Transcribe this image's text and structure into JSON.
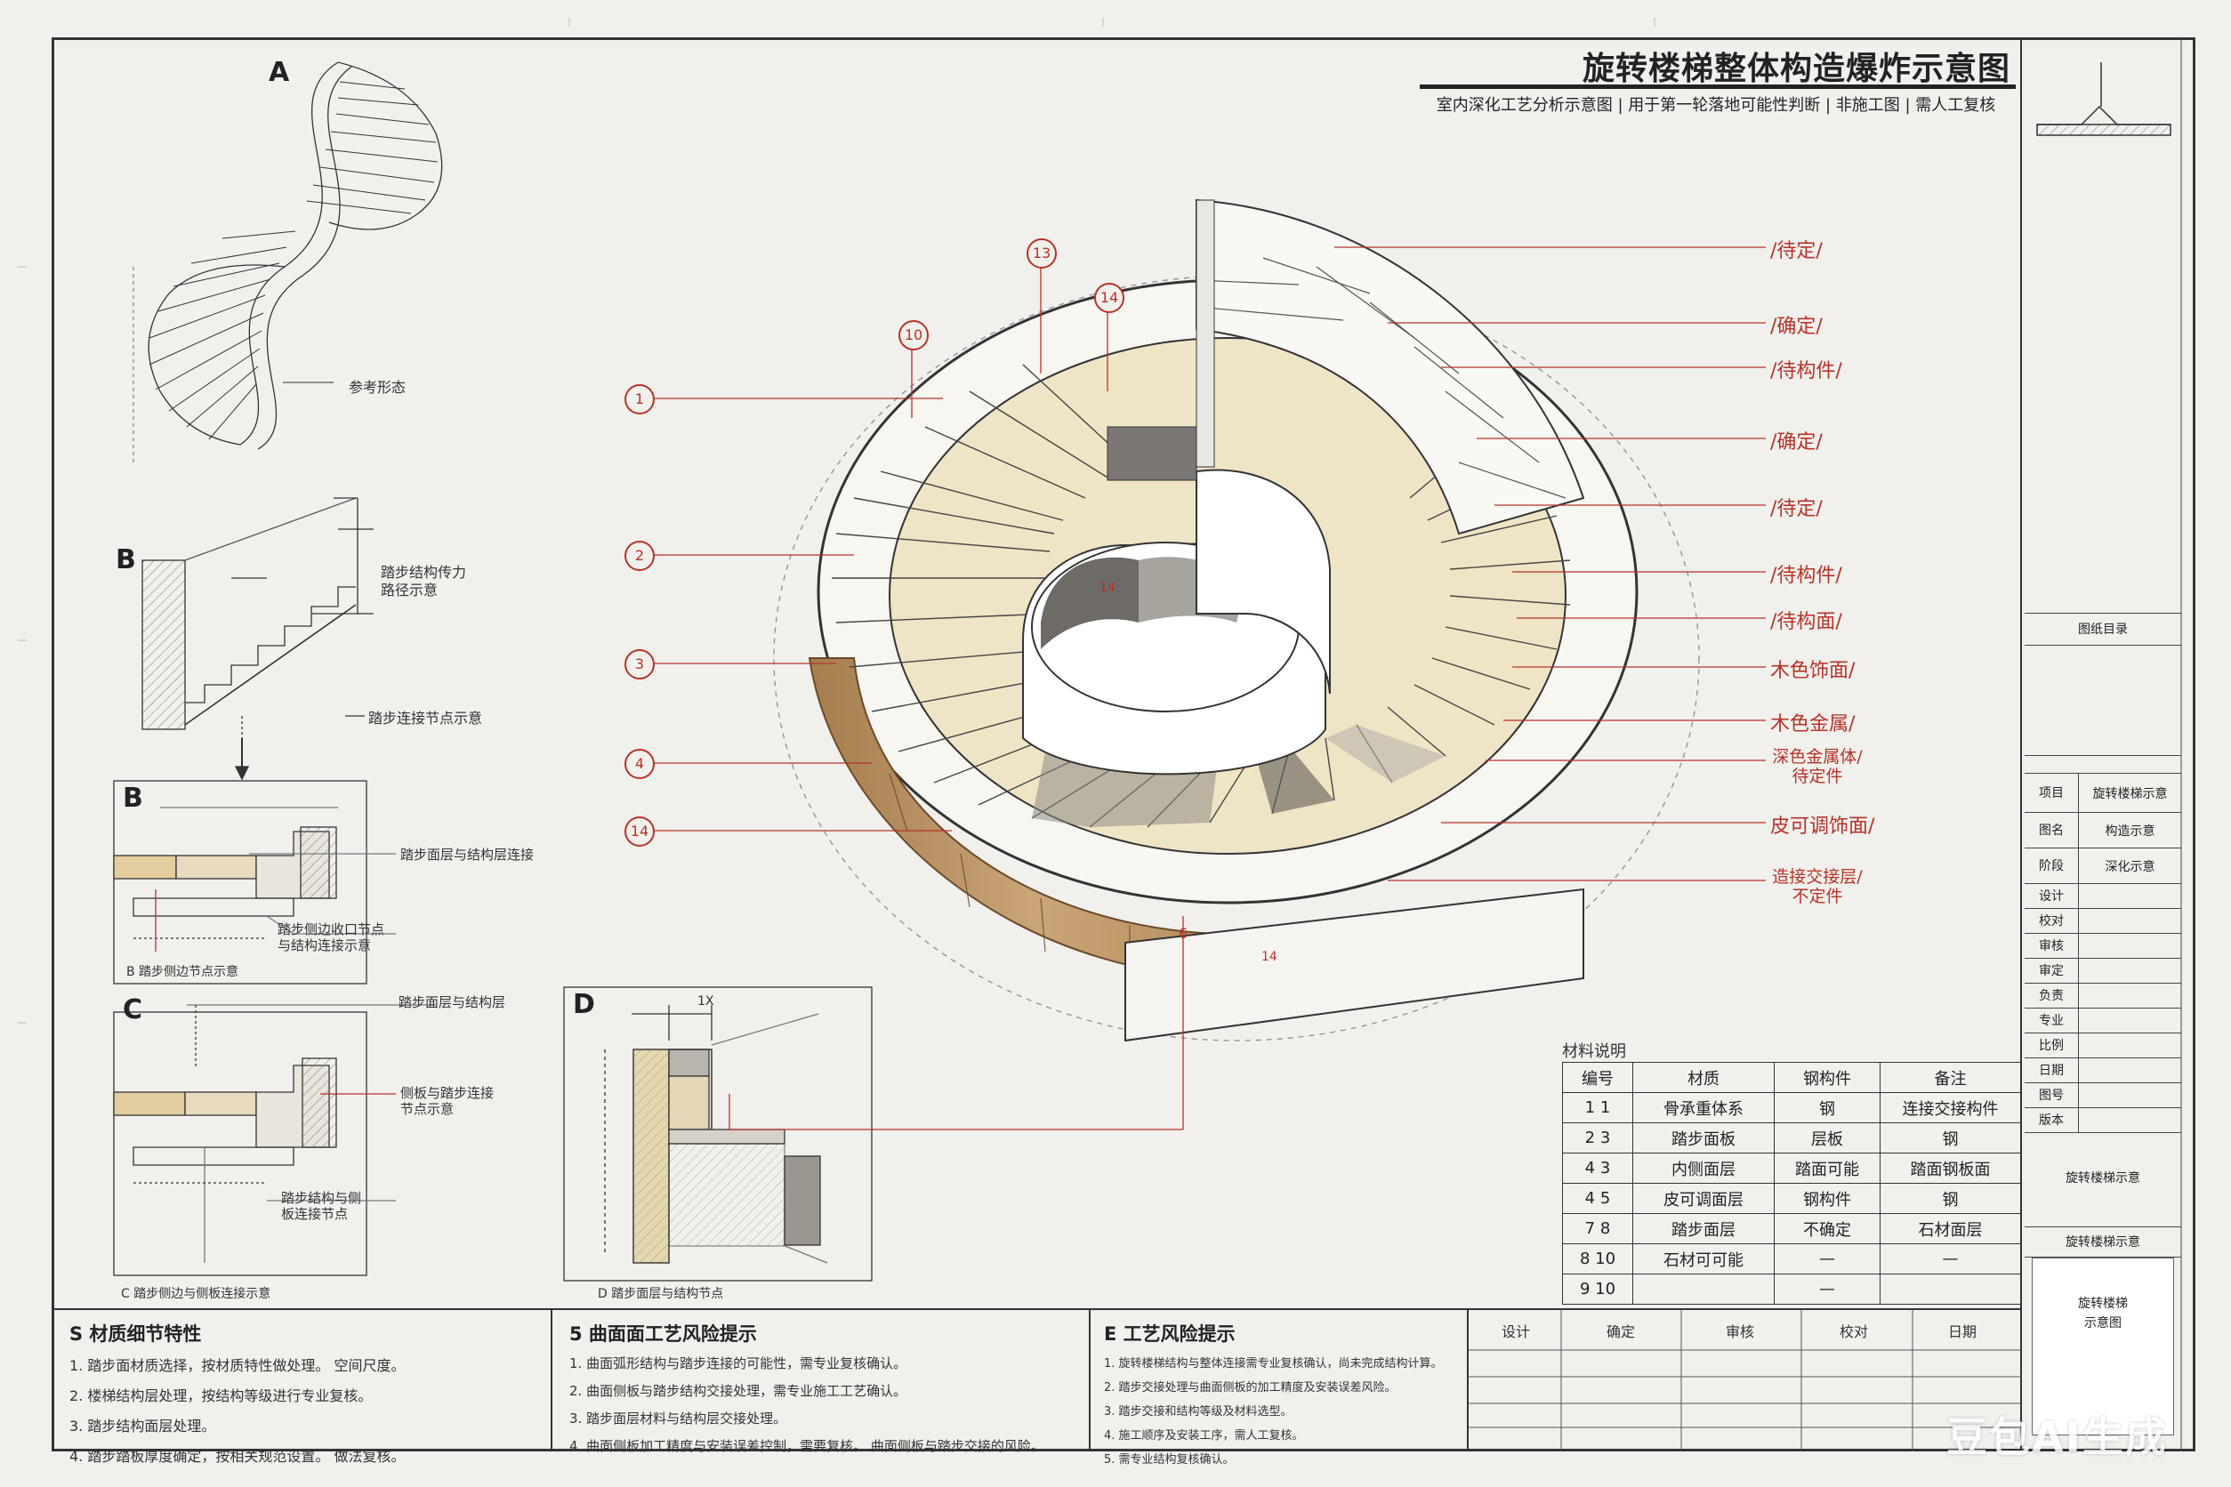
{
  "sheet": {
    "title": "旋转楼梯整体构造爆炸示意图",
    "subtitle": "室内深化工艺分析示意图 | 用于第一轮落地可能性判断 | 非施工图 | 需人工复核"
  },
  "views": {
    "a": {
      "letter": "A",
      "note": "参考形态"
    },
    "b": {
      "letter": "B",
      "note": "踏步结构传力\n路径示意",
      "note2": "踏步连接节点示意"
    },
    "b_detail": {
      "letter": "B",
      "note1": "踏步面层与结构层连接",
      "note2": "踏步侧边收口节点\n与结构连接示意",
      "caption": "B 踏步侧边节点示意"
    },
    "c_detail": {
      "letter": "C",
      "top": "踏步面层与结构层",
      "note1": "侧板与踏步连接\n节点示意",
      "note2": "踏步结构与侧\n板连接节点",
      "caption": "C 踏步侧边与侧板连接示意"
    },
    "d_detail": {
      "letter": "D",
      "dim": "1X",
      "caption": "D 踏步面层与结构节点"
    }
  },
  "callouts": {
    "c1": "1",
    "c2": "2",
    "c3": "3",
    "c4": "4",
    "c14a": "14",
    "c10": "10",
    "c13": "13",
    "c14b": "14"
  },
  "right_labels": {
    "r1": "/待定/",
    "r2": "/确定/",
    "r3": "/待构件/",
    "r4": "/确定/",
    "r5": "/待定/",
    "r6": "/待构件/",
    "r7": "/待构面/",
    "r8": "木色饰面/",
    "r9": "木色金属/",
    "r10": "深色金属体/\n待定件",
    "r11": "皮可调饰面/",
    "r12": "造接交接层/\n不定件"
  },
  "materials": {
    "title": "材料说明",
    "headers": [
      "编号",
      "材质",
      "钢构件",
      "备注"
    ],
    "rows": [
      {
        "no": "1  1",
        "mat": "骨承重体系",
        "steel": "钢",
        "note": "连接交接构件"
      },
      {
        "no": "2  3",
        "mat": "踏步面板",
        "steel": "层板",
        "note": "钢"
      },
      {
        "no": "4  3",
        "mat": "内侧面层",
        "steel": "踏面可能",
        "note": "踏面钢板面"
      },
      {
        "no": "4  5",
        "mat": "皮可调面层",
        "steel": "钢构件",
        "note": "钢"
      },
      {
        "no": "7  8",
        "mat": "踏步面层",
        "steel": "不确定",
        "note": "石材面层"
      },
      {
        "no": "8  10",
        "mat": "石材可可能",
        "steel": "—",
        "note": "—"
      },
      {
        "no": "9  10",
        "mat": "",
        "steel": "—",
        "note": ""
      }
    ]
  },
  "bottom": {
    "s": {
      "title": "S 材质细节特性",
      "lines": [
        "1. 踏步面材质选择，按材质特性做处理。 空间尺度。",
        "2. 楼梯结构层处理，按结构等级进行专业复核。",
        "3. 踏步结构面层处理。",
        "4. 踏步踏板厚度确定，按相关规范设置。 做法复核。"
      ]
    },
    "five": {
      "title": "5 曲面面工艺风险提示",
      "lines": [
        "1. 曲面弧形结构与踏步连接的可能性，需专业复核确认。",
        "2. 曲面侧板与踏步结构交接处理，需专业施工工艺确认。",
        "3. 踏步面层材料与结构层交接处理。",
        "4. 曲面侧板加工精度与安装误差控制，需要复核。 曲面侧板与踏步交接的风险。"
      ]
    },
    "e": {
      "title": "E 工艺风险提示",
      "lines": [
        "1. 旋转楼梯结构与整体连接需专业复核确认，尚未完成结构计算。",
        "2. 踏步交接处理与曲面侧板的加工精度及安装误差风险。",
        "3. 踏步交接和结构等级及材料选型。",
        "4. 施工顺序及安装工序，需人工复核。",
        "5. 需专业结构复核确认。"
      ]
    },
    "sign": [
      "设计",
      "确定",
      "审核",
      "校对",
      "日期"
    ]
  },
  "sidebar": {
    "r1": "图纸目录",
    "r2a": "项目",
    "r2b": "旋转楼梯示意",
    "r3a": "图名",
    "r3b": "构造示意",
    "r4a": "阶段",
    "r4b": "深化示意",
    "rows": [
      "设计",
      "校对",
      "审核",
      "审定",
      "负责",
      "专业",
      "比例",
      "日期",
      "图号",
      "版本"
    ],
    "block1": "旋转楼梯示意",
    "block2": "旋转楼梯示意",
    "block3": "旋转楼梯\n示意图"
  },
  "watermark": "豆包AI生成"
}
